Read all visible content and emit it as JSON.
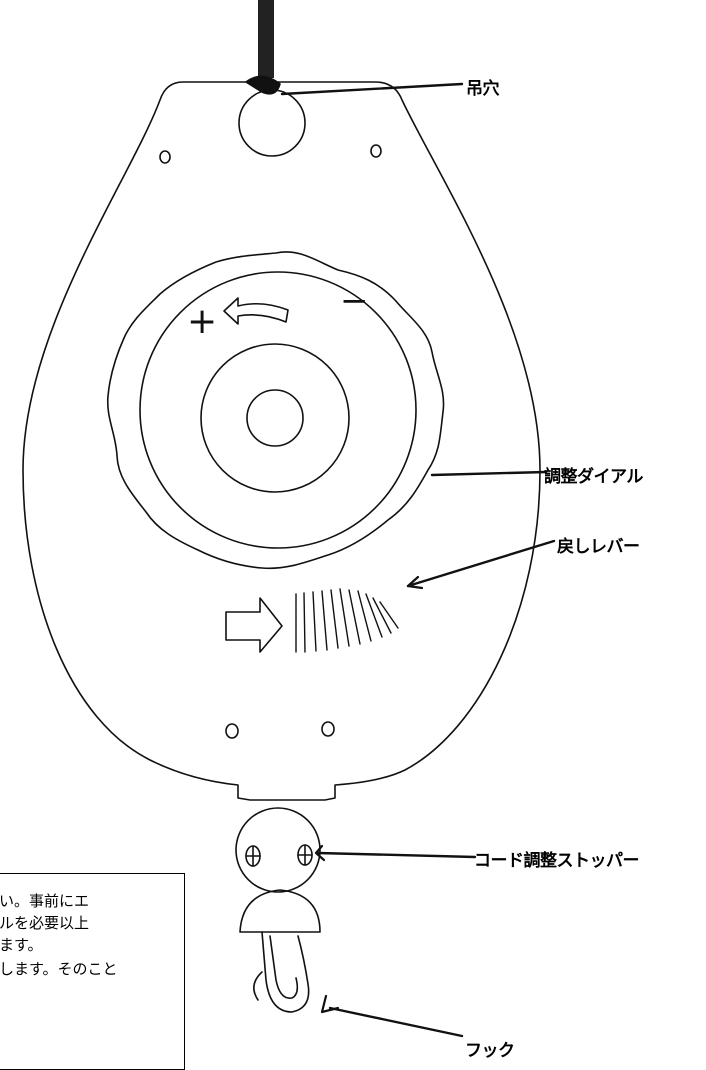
{
  "labels": {
    "hanging_hole": "吊穴",
    "adjust_dial": "調整ダイアル",
    "return_lever": "戻しレバー",
    "cord_stopper": "コード調整ストッパー",
    "hook": "フック"
  },
  "dial_marks": {
    "plus": "+",
    "minus": "−"
  },
  "note_lines": [
    "い。事前にエ",
    "ルを必要以上",
    "ます。",
    "します。そのこと"
  ]
}
